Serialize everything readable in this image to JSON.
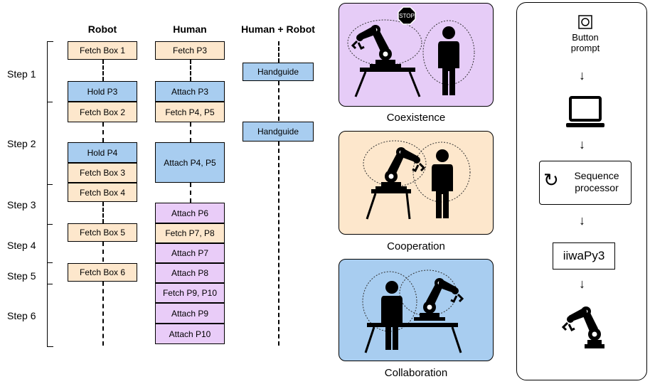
{
  "columns": {
    "robot": "Robot",
    "human": "Human",
    "human_robot": "Human + Robot"
  },
  "steps": [
    "Step 1",
    "Step 2",
    "Step 3",
    "Step 4",
    "Step 5",
    "Step 6"
  ],
  "robot_tasks": [
    "Fetch Box 1",
    "Hold P3",
    "Fetch Box 2",
    "Hold P4",
    "Fetch Box 3",
    "Fetch Box 4",
    "Fetch Box 5",
    "Fetch Box 6"
  ],
  "human_tasks": [
    "Fetch P3",
    "Attach P3",
    "Fetch P4, P5",
    "Attach P4, P5",
    "Attach P6",
    "Fetch P7, P8",
    "Attach P7",
    "Attach P8",
    "Fetch P9, P10",
    "Attach P9",
    "Attach P10"
  ],
  "human_robot_tasks": [
    "Handguide",
    "Handguide"
  ],
  "modes": [
    "Coexistence",
    "Cooperation",
    "Collaboration"
  ],
  "stop_sign": "STOP",
  "pipeline": {
    "button": "Button prompt",
    "processor": "Sequence processor",
    "library": "iiwaPy3"
  },
  "colors": {
    "fetch": "#fde7cc",
    "hold": "#a8cdf0",
    "attach": "#e9ccf8",
    "coexistence": "#e6ccf7",
    "cooperation": "#fde7cc",
    "collaboration": "#a8cdf0"
  }
}
